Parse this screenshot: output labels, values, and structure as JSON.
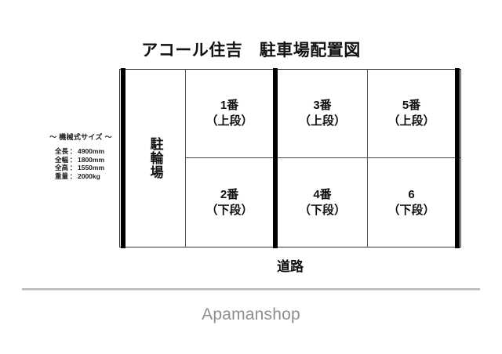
{
  "title": "アコール住吉　駐車場配置図",
  "spec": {
    "heading": "～ 機械式サイズ ～",
    "rows": [
      {
        "label": "全長",
        "colon": "：",
        "value": "4900mm"
      },
      {
        "label": "全幅",
        "colon": "：",
        "value": "1800mm"
      },
      {
        "label": "全高",
        "colon": "：",
        "value": "1550mm"
      },
      {
        "label": "重量",
        "colon": "：",
        "value": "2000kg"
      }
    ]
  },
  "diagram": {
    "bike_parking_label": "駐輪場",
    "cells": [
      {
        "name": "1番",
        "level": "（上段）",
        "text": "1番\n（上段）"
      },
      {
        "name": "3番",
        "level": "（上段）",
        "text": "3番\n（上段）"
      },
      {
        "name": "5番",
        "level": "（上段）",
        "text": "5番\n（上段）"
      },
      {
        "name": "2番",
        "level": "（下段）",
        "text": "2番\n（下段）"
      },
      {
        "name": "4番",
        "level": "（下段）",
        "text": "4番\n（下段）"
      },
      {
        "name": "6",
        "level": "（下段）",
        "text": "6\n（下段）"
      }
    ]
  },
  "road_label": "道路",
  "watermark": "Apamanshop",
  "colors": {
    "wall": "#000000",
    "grid_line": "#444444",
    "text": "#111111",
    "watermark": "#8d8d92",
    "rule": "#b9b9bd",
    "background": "#ffffff"
  }
}
